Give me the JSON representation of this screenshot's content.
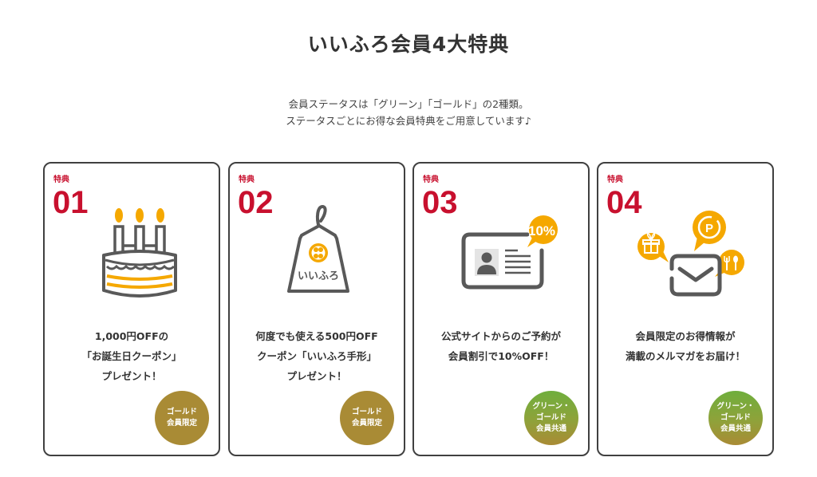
{
  "header": {
    "title": "いいふろ会員4大特典",
    "intro_lines": [
      "会員ステータスは「グリーン」「ゴールド」の2種類。",
      "ステータスごとにお得な会員特典をご用意しています♪"
    ]
  },
  "colors": {
    "accent_red": "#c8102e",
    "icon_orange": "#f5a800",
    "icon_gray": "#595959",
    "gold_badge": "#a98b35",
    "green_badge": "#6fae3d",
    "card_border": "#404040"
  },
  "cards": [
    {
      "label": "特典",
      "number": "01",
      "icon": "birthday-cake-icon",
      "text_lines": [
        "1,000円OFFの",
        "「お誕生日クーポン」",
        "プレゼント！"
      ],
      "badge": {
        "type": "gold",
        "lines": [
          "ゴールド",
          "会員限定"
        ]
      }
    },
    {
      "label": "特典",
      "number": "02",
      "icon": "iifuro-tag-coupon-icon",
      "icon_text": "いいふろ",
      "text_lines": [
        "何度でも使える500円OFF",
        "クーポン「いいふろ手形」",
        "プレゼント！"
      ],
      "badge": {
        "type": "gold",
        "lines": [
          "ゴールド",
          "会員限定"
        ]
      }
    },
    {
      "label": "特典",
      "number": "03",
      "icon": "member-card-discount-icon",
      "icon_text": "10%",
      "text_lines": [
        "公式サイトからのご予約が",
        "会員割引で10%OFF！"
      ],
      "badge": {
        "type": "green",
        "lines": [
          "グリーン・",
          "ゴールド",
          "会員共通"
        ]
      }
    },
    {
      "label": "特典",
      "number": "04",
      "icon": "newsletter-mail-icon",
      "text_lines": [
        "会員限定のお得情報が",
        "満載のメルマガをお届け！"
      ],
      "badge": {
        "type": "green",
        "lines": [
          "グリーン・",
          "ゴールド",
          "会員共通"
        ]
      }
    }
  ]
}
